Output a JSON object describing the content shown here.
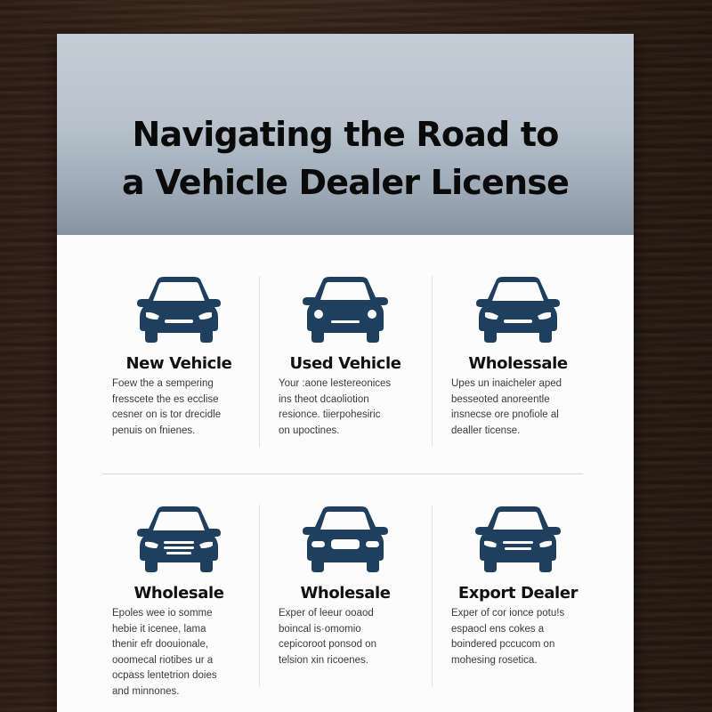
{
  "page": {
    "title_line1": "Navigating the Road to",
    "title_line2": "a Vehicle Dealer License"
  },
  "colors": {
    "icon": "#1e3f5e",
    "header_gradient_top": "#c3cdd6",
    "header_gradient_bottom": "#8693a1",
    "card_background": "#fcfcfc",
    "title_text": "#0a0a0a"
  },
  "grid": {
    "row1": [
      {
        "icon": "car-front-icon",
        "title": "New Vehicle",
        "desc": [
          "Foew the a sempering",
          "fresscete the es ecclise",
          "cesner on is tor drecidle",
          "penuis on fnienes."
        ]
      },
      {
        "icon": "car-front-icon",
        "title": "Used Vehicle",
        "desc": [
          "Your :aone lestereonices",
          "ins theot dcaoliotion",
          "resionce. tiierpohesiric",
          "on upoctines."
        ]
      },
      {
        "icon": "car-front-icon",
        "title": "Wholessale",
        "desc": [
          "Upes un inaicheler aped",
          "besseoted anoreentle",
          "insnecse ore pnofiole al",
          "dealler ticense."
        ]
      }
    ],
    "row2": [
      {
        "icon": "car-front-icon",
        "title": "Wholesale",
        "desc": [
          "Epoles wee io somme",
          "hebie it icenee, lama",
          "thenir efr doouionale,",
          "ooomecal riotibes ur a",
          "ocpass lentetrion doies",
          "and minnones."
        ]
      },
      {
        "icon": "car-front-icon",
        "title": "Wholesale",
        "desc": [
          "Exper of leeur ooaod",
          "boincal is·omomio",
          "cepicoroot ponsod on",
          "telsion xin ricoenes."
        ]
      },
      {
        "icon": "car-front-icon",
        "title": "Export Dealer",
        "desc": [
          "Exper of cor ionce potu!s",
          "espaocl ens cokes a",
          "boindered pccucom on",
          "mohesing rosetica."
        ]
      }
    ]
  }
}
